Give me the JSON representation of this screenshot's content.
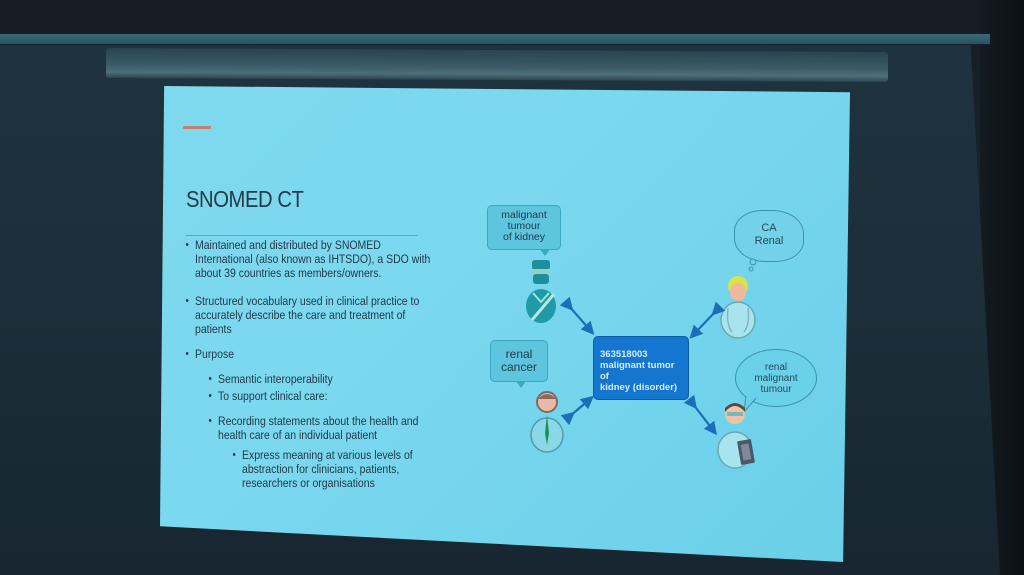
{
  "scene": {
    "description": "Photo of a projected presentation slide in a dark room",
    "colors": {
      "room": "#172128",
      "screen_frame": "#1e3340",
      "slide_background": "#7bd7ee",
      "title_text": "#243a48",
      "accent_bar": "#c47f6b",
      "center_box": "#1476cf",
      "callout_box": "#5ec5df"
    }
  },
  "slide": {
    "title": "SNOMED CT",
    "bullets": [
      {
        "level": 1,
        "lines": [
          "Maintained and distributed by SNOMED",
          "International (also known as IHTSDO), a SDO with",
          "about 39 countries as members/owners."
        ]
      },
      {
        "level": 1,
        "lines": [
          "Structured vocabulary used in clinical practice to",
          "accurately describe the care and treatment of",
          "patients"
        ]
      },
      {
        "level": 1,
        "lines": [
          "Purpose"
        ]
      },
      {
        "level": 2,
        "lines": [
          "Semantic interoperability"
        ]
      },
      {
        "level": 2,
        "lines": [
          "To support clinical care:"
        ]
      },
      {
        "level": 2,
        "lines": [
          "Recording statements about the health and",
          "health care of an individual patient"
        ]
      },
      {
        "level": 3,
        "lines": [
          "Express meaning at various levels of",
          "abstraction for clinicians, patients,",
          "researchers or organisations"
        ]
      }
    ],
    "diagram": {
      "center_concept": {
        "code": "363518003",
        "term_line1": "malignant tumor of",
        "term_line2": "kidney (disorder)"
      },
      "callouts": [
        {
          "id": "top-left",
          "shape": "rectangle",
          "lines": [
            "malignant",
            "tumour",
            "of kidney"
          ],
          "person_icon": "surgeon-icon"
        },
        {
          "id": "bottom-left",
          "shape": "rectangle",
          "lines": [
            "renal",
            "cancer"
          ],
          "person_icon": "doctor-with-tie-icon"
        },
        {
          "id": "top-right",
          "shape": "cloud",
          "lines": [
            "CA",
            "Renal"
          ],
          "person_icon": "nurse-icon"
        },
        {
          "id": "bottom-right",
          "shape": "oval",
          "lines": [
            "renal",
            "malignant",
            "tumour"
          ],
          "person_icon": "doctor-with-clipboard-icon"
        }
      ],
      "connectors": "bidirectional-arrows"
    }
  }
}
